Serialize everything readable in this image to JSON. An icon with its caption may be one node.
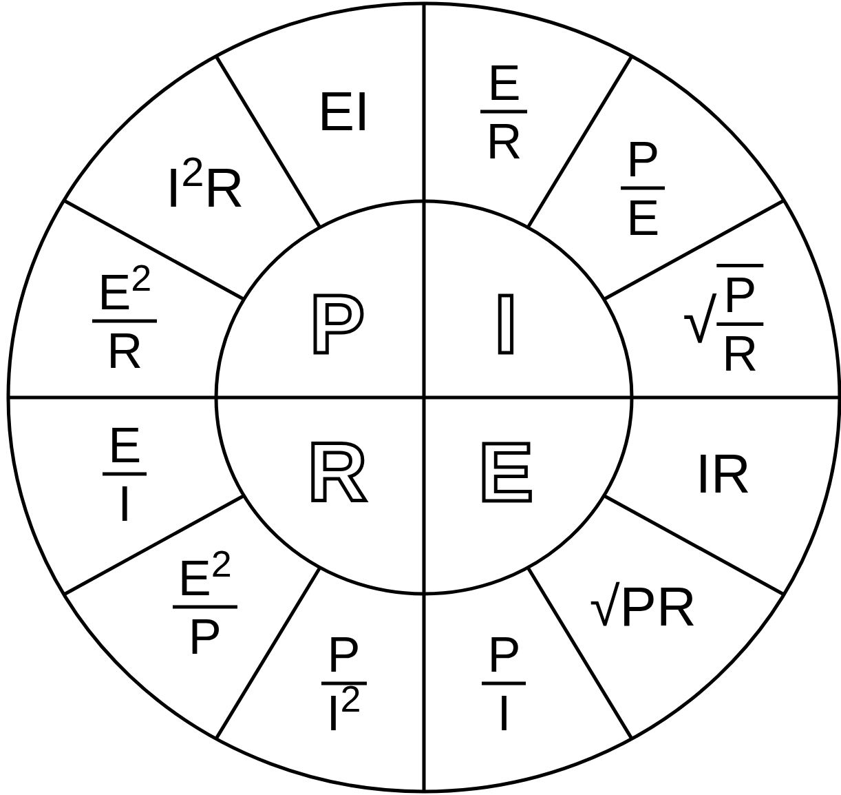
{
  "diagram": {
    "nodes": [
      {
        "text": [
          "P"
        ]
      },
      {
        "text": [
          "I"
        ]
      },
      {
        "text": [
          "R"
        ]
      },
      {
        "text": [
          "E"
        ]
      },
      {
        "text": [
          "EI"
        ]
      },
      {
        "text": [
          "E",
          "R"
        ]
      },
      {
        "text": [
          "P",
          "E"
        ]
      },
      {
        "text": [
          "√",
          "P",
          "R"
        ]
      },
      {
        "text": [
          "IR"
        ]
      },
      {
        "text": [
          "√PR"
        ]
      },
      {
        "text": [
          "P",
          "I"
        ]
      },
      {
        "text": [
          "P",
          "I$^{2}$"
        ]
      },
      {
        "text": [
          "E$^{2}$",
          "P"
        ]
      },
      {
        "text": [
          "E",
          "I"
        ]
      },
      {
        "text": [
          "E$^{2}$",
          "R"
        ]
      },
      {
        "text": [
          "I$^{2}$R"
        ]
      }
    ]
  }
}
